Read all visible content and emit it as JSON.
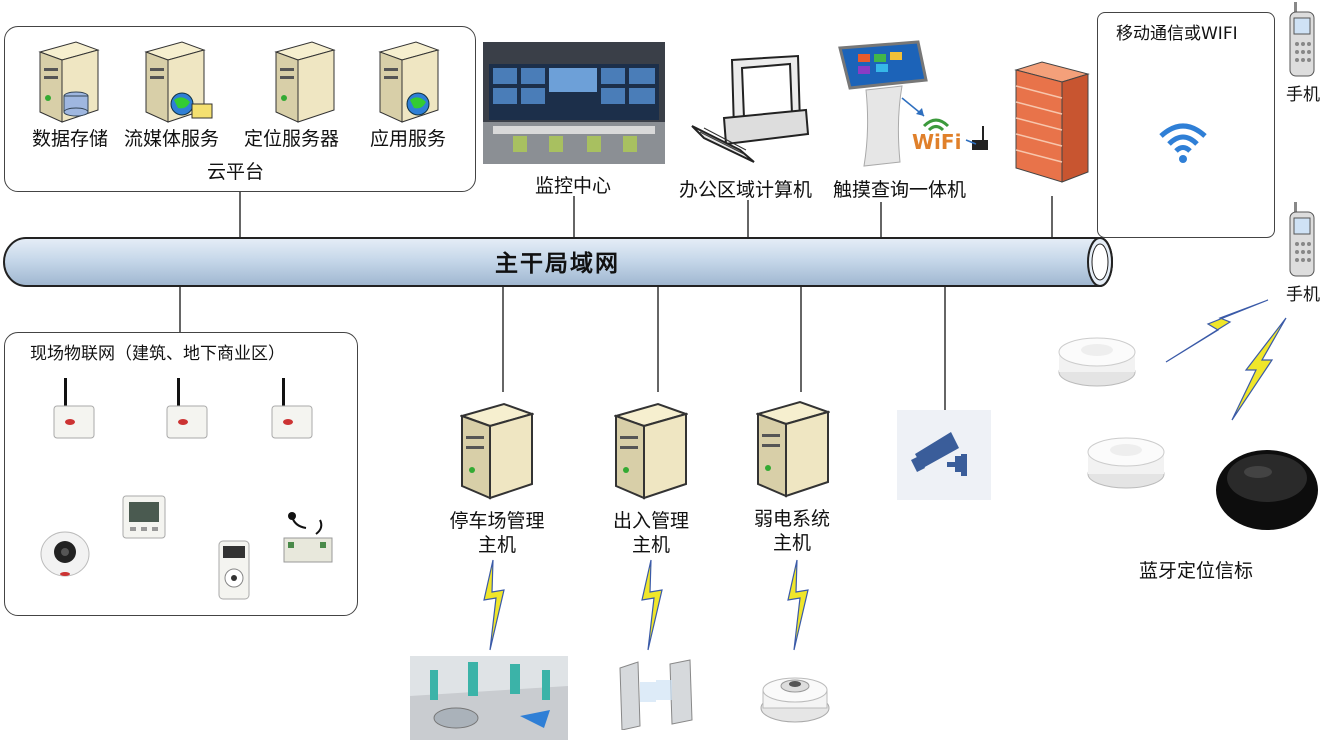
{
  "backbone": {
    "label": "主干局域网"
  },
  "cloud": {
    "title": "云平台",
    "servers": [
      {
        "label": "数据存储",
        "icon": "database-server-icon"
      },
      {
        "label": "流媒体服务",
        "icon": "media-server-icon"
      },
      {
        "label": "定位服务器",
        "icon": "server-icon"
      },
      {
        "label": "应用服务",
        "icon": "web-server-icon"
      }
    ]
  },
  "top_devices": [
    {
      "label": "监控中心",
      "icon": "monitoring-room-image"
    },
    {
      "label": "办公区域计算机",
      "icon": "desktop-computer-icon"
    },
    {
      "label": "触摸查询一体机",
      "icon": "kiosk-icon"
    }
  ],
  "wifi_text": "WiFi",
  "mobile_box": {
    "title": "移动通信或WIFI"
  },
  "phones": [
    {
      "label": "手机"
    },
    {
      "label": "手机"
    }
  ],
  "iot": {
    "title": "现场物联网（建筑、地下商业区）"
  },
  "hosts": [
    {
      "label_line1": "停车场管理",
      "label_line2": "主机"
    },
    {
      "label_line1": "出入管理",
      "label_line2": "主机"
    },
    {
      "label_line1": "弱电系统",
      "label_line2": "主机"
    }
  ],
  "beacons": {
    "label": "蓝牙定位信标"
  },
  "colors": {
    "backbone_fill": "#c9d9ea",
    "lightning": "#f0e62a",
    "lightning_edge": "#3a5aa8",
    "firewall": "#e8734a"
  }
}
